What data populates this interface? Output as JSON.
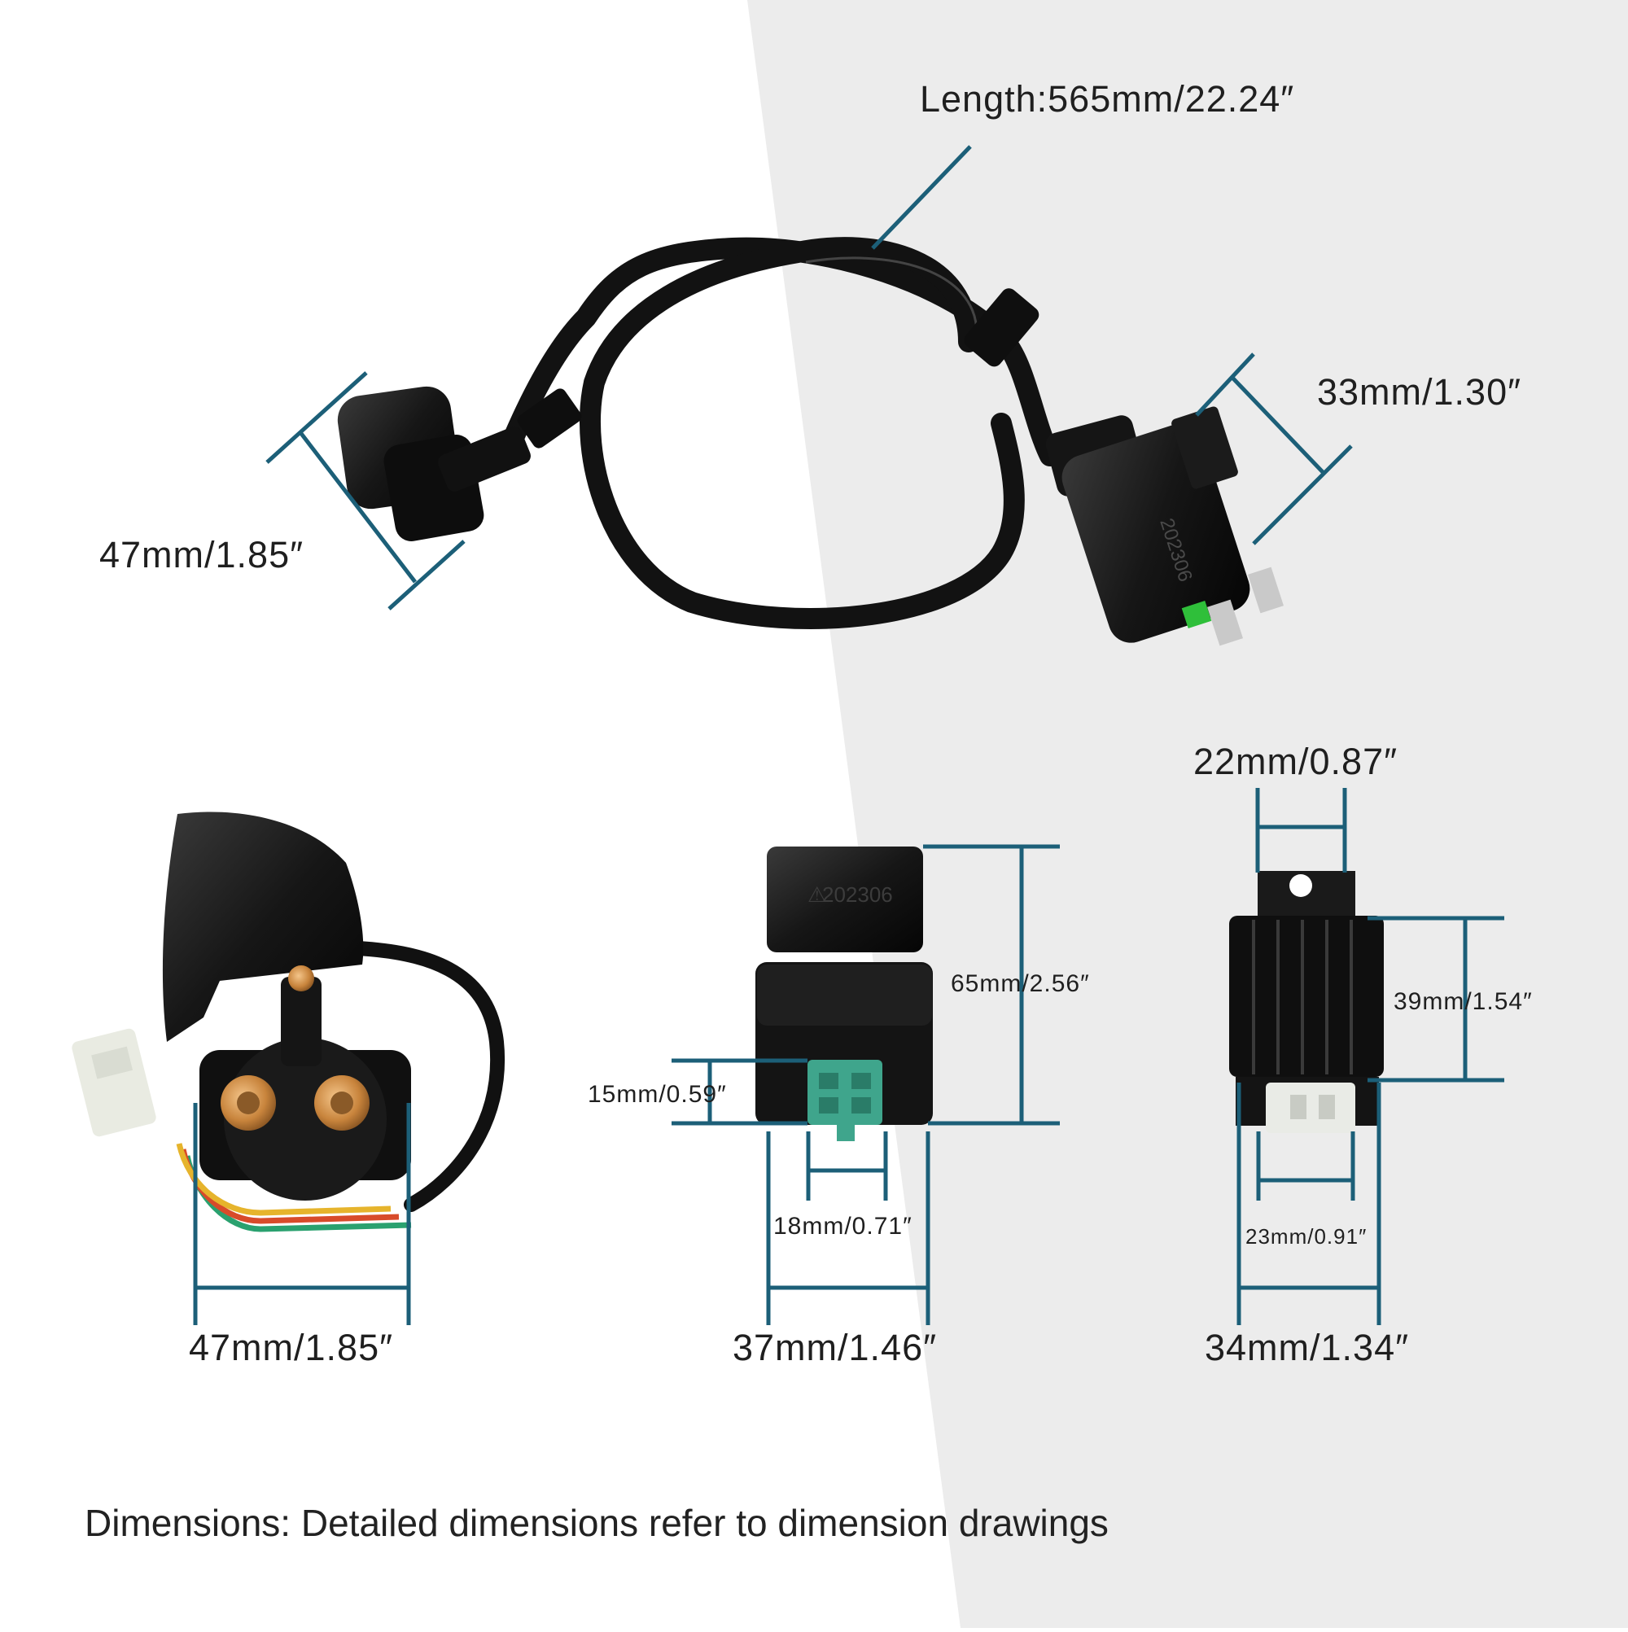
{
  "dimensions": {
    "coil_cable_length": "Length:565mm/22.24″",
    "coil_body_width": "33mm/1.30″",
    "spark_cap_length": "47mm/1.85″",
    "solenoid_width": "47mm/1.85″",
    "cdi_height": "65mm/2.56″",
    "cdi_plug_height": "15mm/0.59″",
    "cdi_plug_width": "18mm/0.71″",
    "cdi_width": "37mm/1.46″",
    "regulator_tab_width": "22mm/0.87″",
    "regulator_fin_height": "39mm/1.54″",
    "regulator_plug_width": "23mm/0.91″",
    "regulator_width": "34mm/1.34″"
  },
  "markings": {
    "cdi_code": "202306",
    "coil_code": "202306"
  },
  "caption": "Dimensions: Detailed dimensions refer to dimension drawings",
  "colors": {
    "dimension_line": "#1c5f78",
    "background_right": "#ececec",
    "part_black": "#141414",
    "connector_green": "#3fa58c",
    "connector_white": "#e9ebe6",
    "terminal_copper": "#c8843c"
  }
}
